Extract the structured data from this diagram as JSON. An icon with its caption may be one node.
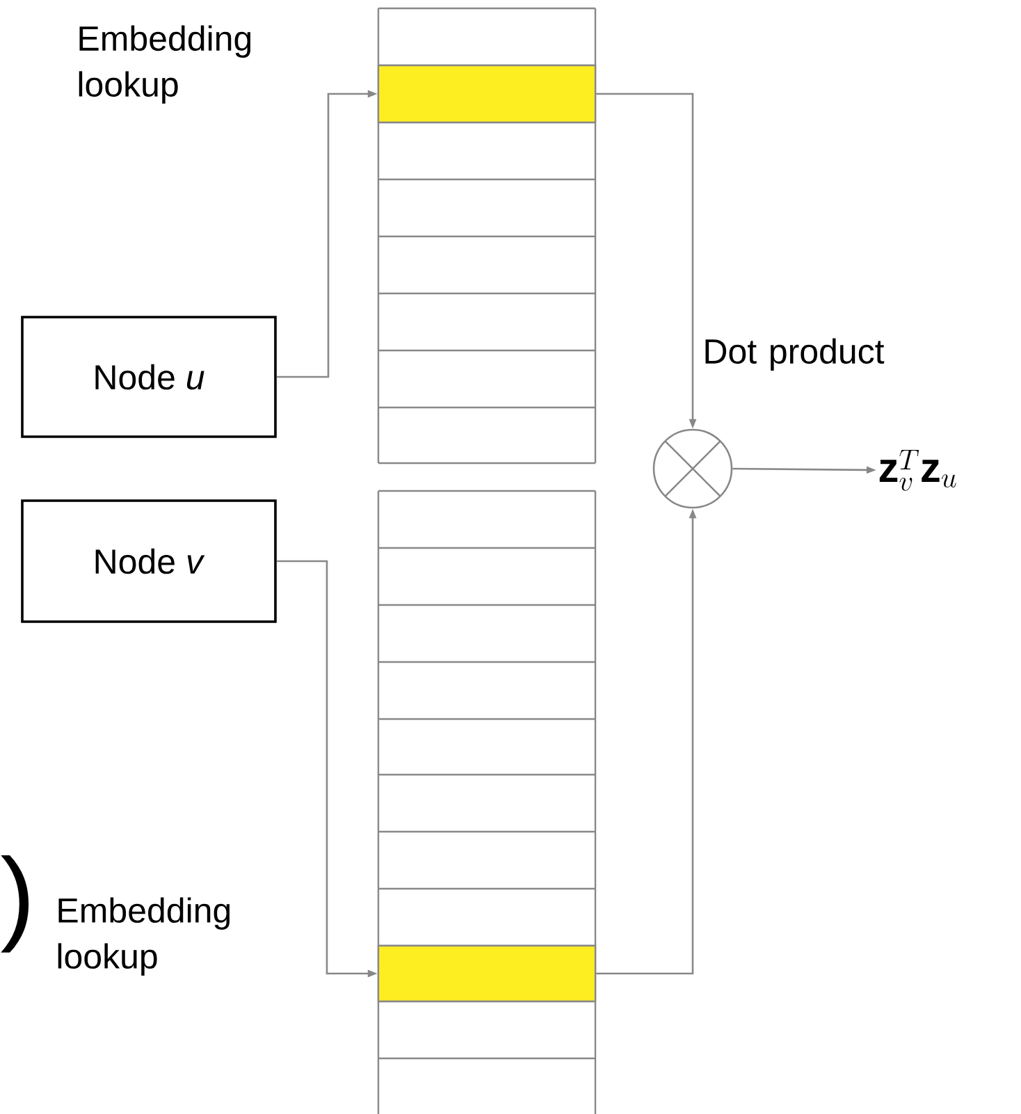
{
  "diagram": {
    "nodes": [
      {
        "text": [
          "Node *u*"
        ]
      },
      {
        "text": [
          "Node *v*"
        ]
      },
      {
        "text": [],
        "shape": "bar"
      },
      {
        "text": [],
        "shape": "bar"
      },
      {
        "text": [],
        "shape": "circle"
      },
      {
        "text": [
          "\\mathbf{z}_v^T\\mathbf{z}_u"
        ]
      }
    ],
    "edges": [
      {
        "from": 0,
        "to": 2,
        "arrow": "to",
        "label": "Embedding lookup"
      },
      {
        "from": 1,
        "to": 3,
        "arrow": "to",
        "label": "Embedding lookup"
      },
      {
        "from": 2,
        "to": 4,
        "arrow": "to",
        "label": "Dot product"
      },
      {
        "from": 3,
        "to": 4,
        "arrow": "to"
      },
      {
        "from": 4,
        "to": 5,
        "arrow": "to"
      }
    ],
    "labels": [
      ")"
    ]
  }
}
